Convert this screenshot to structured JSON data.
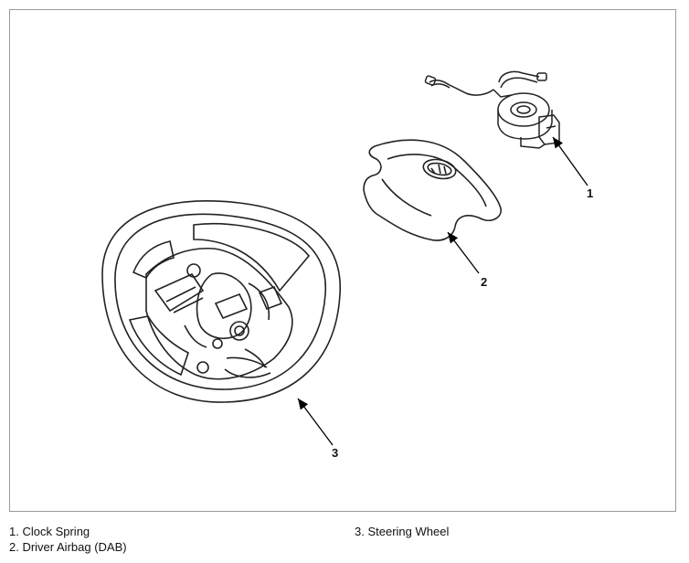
{
  "callouts": [
    "1",
    "2",
    "3"
  ],
  "legend": {
    "col1": [
      "1. Clock Spring",
      "2. Driver Airbag (DAB)"
    ],
    "col2": [
      "3. Steering Wheel"
    ]
  }
}
